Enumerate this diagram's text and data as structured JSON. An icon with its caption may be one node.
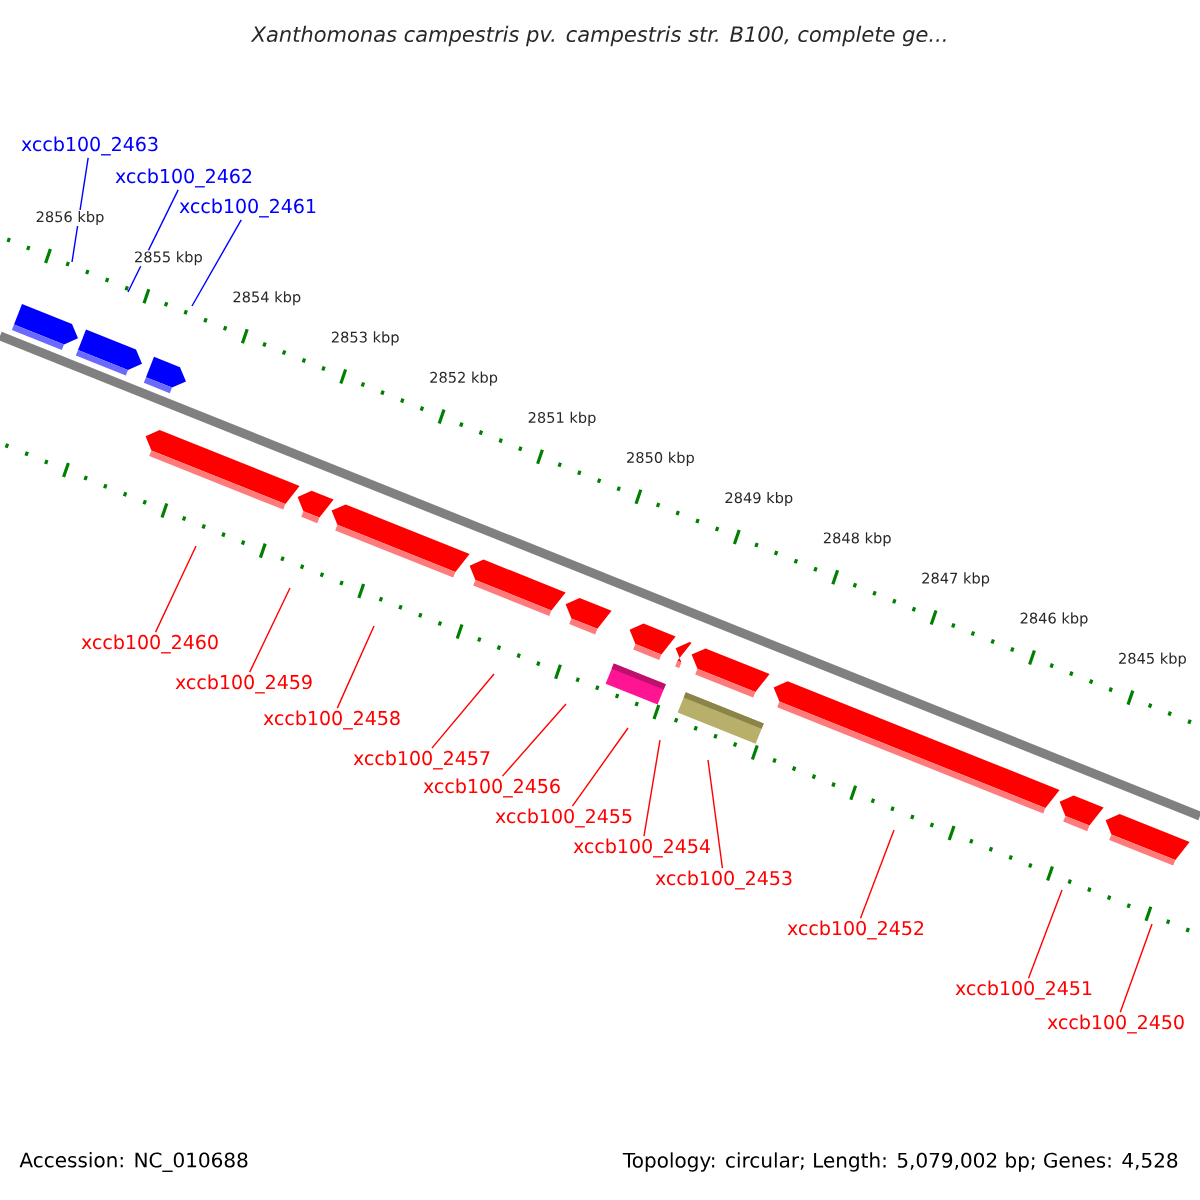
{
  "diagram": {
    "title": "Xanthomonas campestris pv. campestris str. B100, complete ge...",
    "nodes": [
      {
        "text": [
          "xccb100_2463"
        ]
      },
      {
        "text": [
          "xccb100_2462"
        ]
      },
      {
        "text": [
          "xccb100_2461"
        ]
      },
      {
        "text": [
          "xccb100_2460"
        ]
      },
      {
        "text": [
          "xccb100_2459"
        ]
      },
      {
        "text": [
          "xccb100_2458"
        ]
      },
      {
        "text": [
          "xccb100_2457"
        ]
      },
      {
        "text": [
          "xccb100_2456"
        ]
      },
      {
        "text": [
          "xccb100_2455"
        ]
      },
      {
        "text": [
          "xccb100_2454"
        ]
      },
      {
        "text": [
          "xccb100_2453"
        ]
      },
      {
        "text": [
          "xccb100_2452"
        ]
      },
      {
        "text": [
          "xccb100_2451"
        ]
      },
      {
        "text": [
          "xccb100_2450"
        ]
      }
    ],
    "edges": [
      {
        "from": 0,
        "to": null,
        "arrow": "none",
        "color": "#0000ff"
      },
      {
        "from": 1,
        "to": null,
        "arrow": "none",
        "color": "#0000ff"
      },
      {
        "from": 2,
        "to": null,
        "arrow": "none",
        "color": "#0000ff"
      },
      {
        "from": 3,
        "to": null,
        "arrow": "none"
      },
      {
        "from": 4,
        "to": null,
        "arrow": "none"
      },
      {
        "from": 5,
        "to": null,
        "arrow": "none"
      },
      {
        "from": 6,
        "to": null,
        "arrow": "none"
      },
      {
        "from": 7,
        "to": null,
        "arrow": "none"
      },
      {
        "from": 8,
        "to": null,
        "arrow": "none"
      },
      {
        "from": 9,
        "to": null,
        "arrow": "none"
      },
      {
        "from": 10,
        "to": null,
        "arrow": "none"
      },
      {
        "from": 11,
        "to": null,
        "arrow": "none"
      },
      {
        "from": 12,
        "to": null,
        "arrow": "none"
      },
      {
        "from": 13,
        "to": null,
        "arrow": "none"
      }
    ],
    "labels": [
      "2856 kbp",
      "2855 kbp",
      "2854 kbp",
      "2853 kbp",
      "2852 kbp",
      "2851 kbp",
      "2850 kbp",
      "2849 kbp",
      "2848 kbp",
      "2847 kbp",
      "2846 kbp",
      "2845 kbp",
      "Accession: NC_010688",
      "Topology: circular; Length: 5,079,002 bp; Genes: 4,528"
    ]
  }
}
